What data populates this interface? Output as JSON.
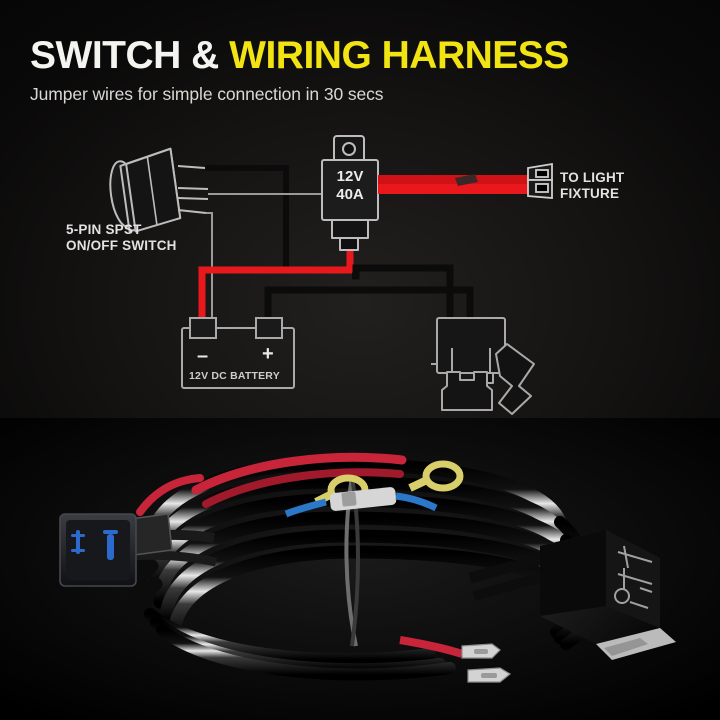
{
  "header": {
    "title_white": "SWITCH &",
    "title_yellow": "WIRING HARNESS",
    "subtitle": "Jumper wires for simple connection in 30 secs",
    "title_white_color": "#f4f4f0",
    "title_yellow_color": "#f2e313",
    "subtitle_color": "#d8d8d6"
  },
  "diagram": {
    "switch_label": "5-PIN SPST\nON/OFF SWITCH",
    "relay_line1": "12V",
    "relay_line2": "40A",
    "relay_text": "12V\n40A",
    "light_label": "TO LIGHT\nFIXTURE",
    "battery_label": "12V DC BATTERY",
    "battery_negative": "–",
    "battery_positive": "+",
    "wire_red_color": "#e8181c",
    "wire_black_color": "#0a0a0a",
    "outline_color": "#b9b9b9"
  },
  "photo": {
    "alt": "coiled black wiring harness with rocker switch, relay, fuse holder and ring terminals",
    "switch_led_color": "#2f6fd8",
    "ring_terminal_color": "#d8cf6a",
    "red_wire_color": "#c8243a",
    "blue_wire_color": "#2b78c8"
  },
  "colors": {
    "background": "#0a0909",
    "accent_yellow": "#f2e313",
    "accent_red": "#e8181c"
  }
}
